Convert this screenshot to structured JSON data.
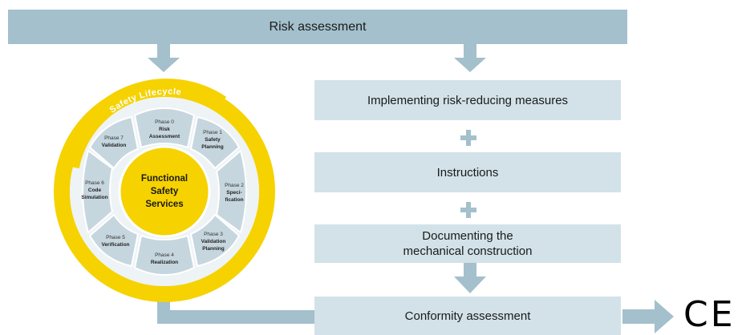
{
  "header": {
    "title": "Risk assessment"
  },
  "steps": {
    "implementing": "Implementing risk-reducing measures",
    "instructions": "Instructions",
    "documenting_line1": "Documenting the",
    "documenting_line2": "mechanical construction",
    "conformity": "Conformity assessment"
  },
  "plus_symbol": "+",
  "ce_mark": "CE",
  "lifecycle": {
    "title": "Safety Lifecycle",
    "center_line1": "Functional",
    "center_line2": "Safety",
    "center_line3": "Services",
    "phases": [
      {
        "num": "Phase 0",
        "name1": "Risk",
        "name2": "Assessment"
      },
      {
        "num": "Phase 1",
        "name1": "Safety",
        "name2": "Planning"
      },
      {
        "num": "Phase 2",
        "name1": "Speci-",
        "name2": "fication"
      },
      {
        "num": "Phase 3",
        "name1": "Validation",
        "name2": "Planning"
      },
      {
        "num": "Phase 4",
        "name1": "Realization",
        "name2": ""
      },
      {
        "num": "Phase 5",
        "name1": "Verification",
        "name2": ""
      },
      {
        "num": "Phase 6",
        "name1": "Code",
        "name2": "Simulation"
      },
      {
        "num": "Phase 7",
        "name1": "Validation",
        "name2": ""
      }
    ]
  },
  "colors": {
    "bar": "#a3c0cc",
    "box": "#d2e2e8",
    "yellow": "#f6d200",
    "petal": "#c6d6de"
  }
}
